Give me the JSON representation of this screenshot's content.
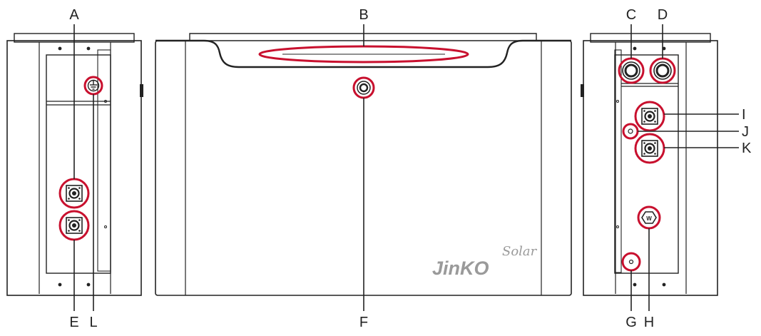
{
  "diagram": {
    "callout_color": "#c8102e",
    "outline_color": "#222222",
    "labels": {
      "A": "A",
      "B": "B",
      "C": "C",
      "D": "D",
      "E": "E",
      "F": "F",
      "G": "G",
      "H": "H",
      "I": "I",
      "J": "J",
      "K": "K",
      "L": "L"
    },
    "brand": {
      "main": "JinKO",
      "sub": "Solar"
    },
    "icons": {
      "ground": "ground-symbol-icon",
      "wifi": "wifi-module-icon",
      "power_connector": "power-connector-icon",
      "cable_gland": "cable-gland-icon",
      "power_button": "power-button-icon"
    }
  }
}
